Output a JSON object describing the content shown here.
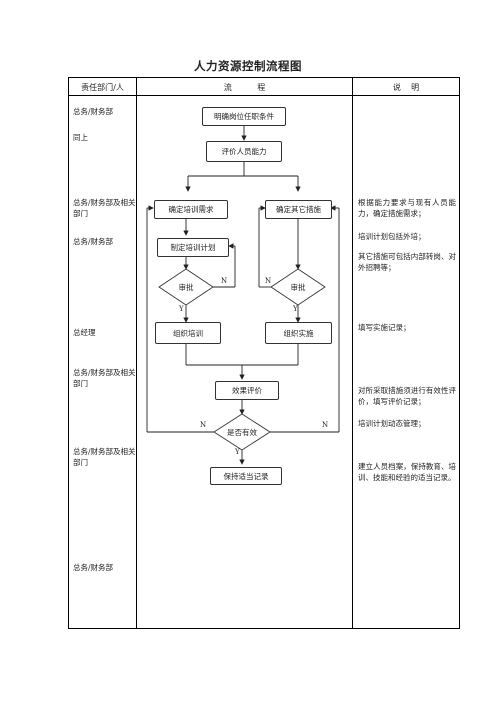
{
  "title": "人力资源控制流程图",
  "header": {
    "dept": "责任部门/人",
    "flow": "流          程",
    "explain": "说    明"
  },
  "departments": [
    "总务/财务部",
    "同上",
    "总务/财务部及相关部门",
    "总务/财务部",
    "总经理",
    "总务/财务部及相关部门",
    "总务/财务部及相关部门",
    "总务/财务部"
  ],
  "flow": {
    "define_conditions": "明确岗位任职条件",
    "evaluate_ability": "评价人员能力",
    "training_needs": "确定培训需求",
    "other_measures": "确定其它措施",
    "training_plan": "制定培训计划",
    "approve_left": "审批",
    "approve_right": "审批",
    "organize_training": "组织培训",
    "organize_implement": "组织实施",
    "effect_eval": "效果评价",
    "is_effective": "是否有效",
    "keep_records": "保持适当记录",
    "labels": {
      "n_left_approve": "N",
      "y_left_approve": "Y",
      "n_right_approve": "N",
      "y_right_approve": "Y",
      "n_eff_left": "N",
      "n_eff_right": "N",
      "y_eff": "Y"
    }
  },
  "notes": [
    "根据能力要求与现有人员能力，确定措施需求；",
    "培训计划包括外培；",
    "其它措施可包括内部转岗、对外招聘等；",
    "填写实施记录；",
    "对所采取措施须进行有效性评价，填写评价记录；",
    "培训计划动态管理；",
    "建立人员档案，保持教育、培训、技能和经验的适当记录。"
  ]
}
